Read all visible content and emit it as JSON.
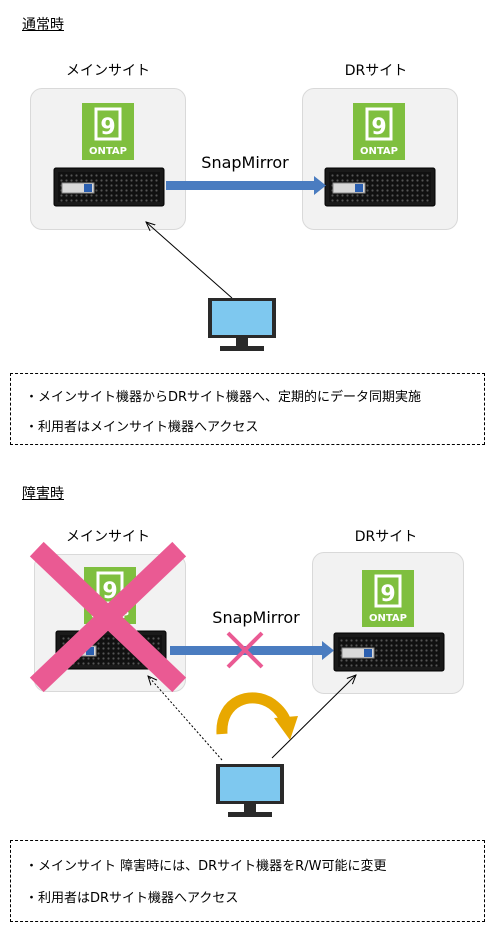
{
  "normal": {
    "title": "通常時",
    "main_site_label": "メインサイト",
    "dr_site_label": "DRサイト",
    "snapmirror_label": "SnapMirror",
    "notes": [
      "・メインサイト機器からDRサイト機器へ、定期的にデータ同期実施",
      "・利用者はメインサイト機器へアクセス"
    ]
  },
  "failure": {
    "title": "障害時",
    "main_site_label": "メインサイト",
    "dr_site_label": "DRサイト",
    "snapmirror_label": "SnapMirror",
    "notes": [
      "・メインサイト 障害時には、DRサイト機器をR/W可能に変更",
      "・利用者はDRサイト機器へアクセス"
    ]
  },
  "ontap_logo": {
    "number": "9",
    "text": "ONTAP"
  },
  "colors": {
    "ontap_green": "#7fbf3f",
    "arrow_blue": "#4a7cc0",
    "cross_pink": "#ea5a93",
    "curved_arrow_gold": "#e8a800",
    "monitor_screen": "#7ec8ef"
  }
}
